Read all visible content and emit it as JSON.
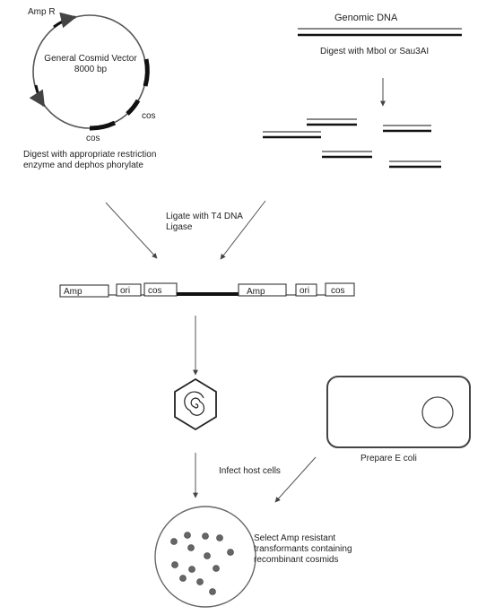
{
  "vector": {
    "amp_label": "Amp R",
    "title_line1": "General Cosmid Vector",
    "title_line2": "8000 bp",
    "cos_right": "cos",
    "cos_bottom": "cos",
    "digest_line1": "Digest with appropriate restriction",
    "digest_line2": "enzyme and dephos phorylate"
  },
  "genomic": {
    "title": "Genomic DNA",
    "digest": "Digest with MboI or Sau3AI"
  },
  "ligate": {
    "line1": "Ligate with T4 DNA",
    "line2": "Ligase"
  },
  "construct": {
    "segments": [
      "Amp",
      "ori",
      "cos",
      "Amp",
      "ori",
      "cos"
    ]
  },
  "infect": {
    "label": "Infect host cells"
  },
  "ecoli": {
    "label": "Prepare E coli"
  },
  "select": {
    "line1": "Select Amp resistant",
    "line2": "transformants containing",
    "line3": "recombinant cosmids"
  },
  "colors": {
    "line": "#222222",
    "grey": "#888888",
    "arrow": "#555555"
  }
}
